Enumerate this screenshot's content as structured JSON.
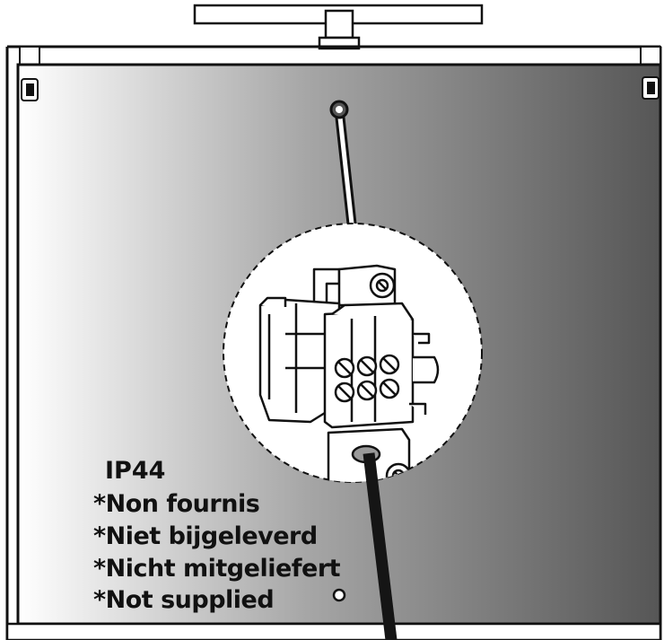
{
  "labels": {
    "rating": "IP44",
    "not_supplied_fr": "*Non fournis",
    "not_supplied_nl": "*Niet bijgeleverd",
    "not_supplied_de": "*Nicht mitgeliefert",
    "not_supplied_en": "*Not supplied"
  },
  "colors": {
    "panel_light": "#ffffff",
    "panel_dark": "#565656",
    "outline": "#111111",
    "cable": "#151515"
  }
}
